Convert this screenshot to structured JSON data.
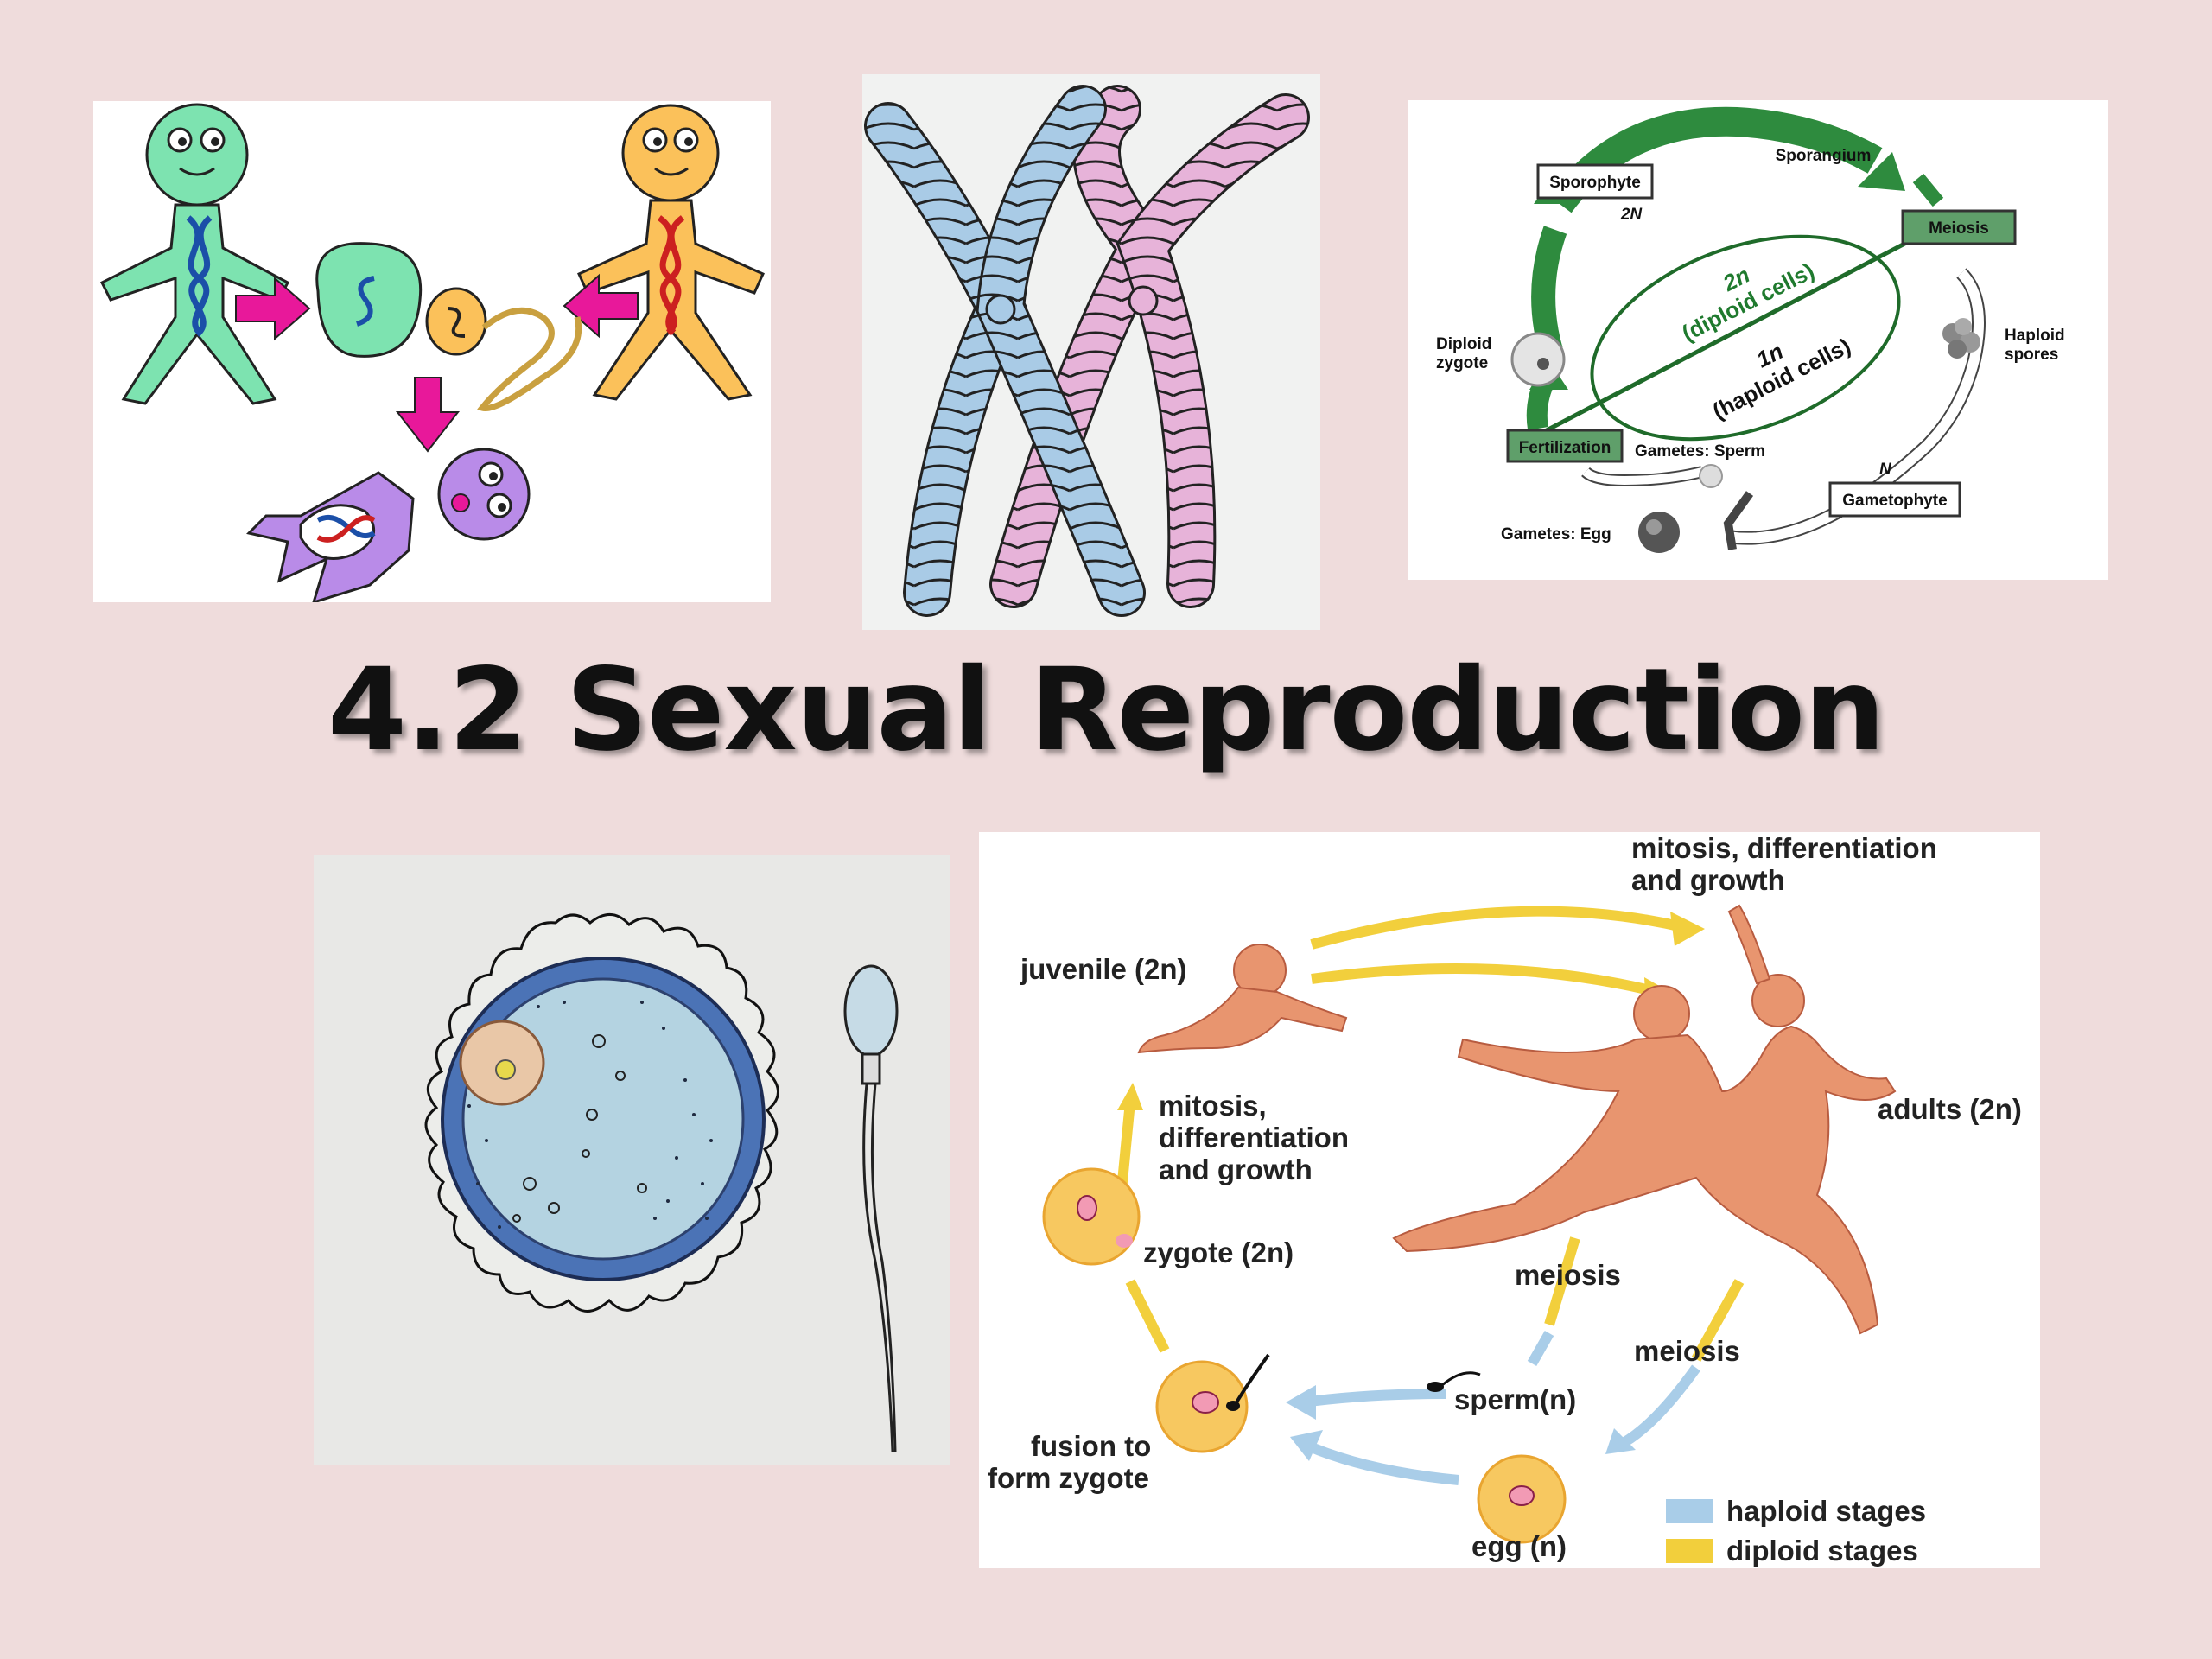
{
  "title": "4.2 Sexual Reproduction",
  "panel_life_cycle_plant": {
    "sporophyte": "Sporophyte",
    "ploidy_2N": "2N",
    "sporangium": "Sporangium",
    "meiosis": "Meiosis",
    "haploid_spores": [
      "Haploid",
      "spores"
    ],
    "diploid_zygote": [
      "Diploid",
      "zygote"
    ],
    "diploid_cells": [
      "2n",
      "(diploid cells)"
    ],
    "haploid_cells": [
      "1n",
      "(haploid cells)"
    ],
    "fertilization": "Fertilization",
    "gametes_sperm": "Gametes: Sperm",
    "ploidy_N": "N",
    "gametophyte": "Gametophyte",
    "gametes_egg": "Gametes: Egg"
  },
  "panel_human_cycle": {
    "top_note": [
      "mitosis, differentiation",
      "and growth"
    ],
    "juvenile": "juvenile (2n)",
    "adults": "adults (2n)",
    "left_note": [
      "mitosis,",
      "differentiation",
      "and growth"
    ],
    "zygote": "zygote (2n)",
    "meiosis_1": "meiosis",
    "meiosis_2": "meiosis",
    "sperm": "sperm(n)",
    "fusion": [
      "fusion to",
      "form zygote"
    ],
    "egg": "egg (n)",
    "legend": [
      {
        "label": "haploid stages",
        "color": "#a9cde8"
      },
      {
        "label": "diploid stages",
        "color": "#f2cf3c"
      }
    ]
  },
  "colors": {
    "background": "#efdcdc",
    "cycle_green": "#2e8b3e",
    "haploid_blue": "#a9cde8",
    "diploid_yellow": "#f2cf3c",
    "arrow_magenta": "#e8189a"
  }
}
